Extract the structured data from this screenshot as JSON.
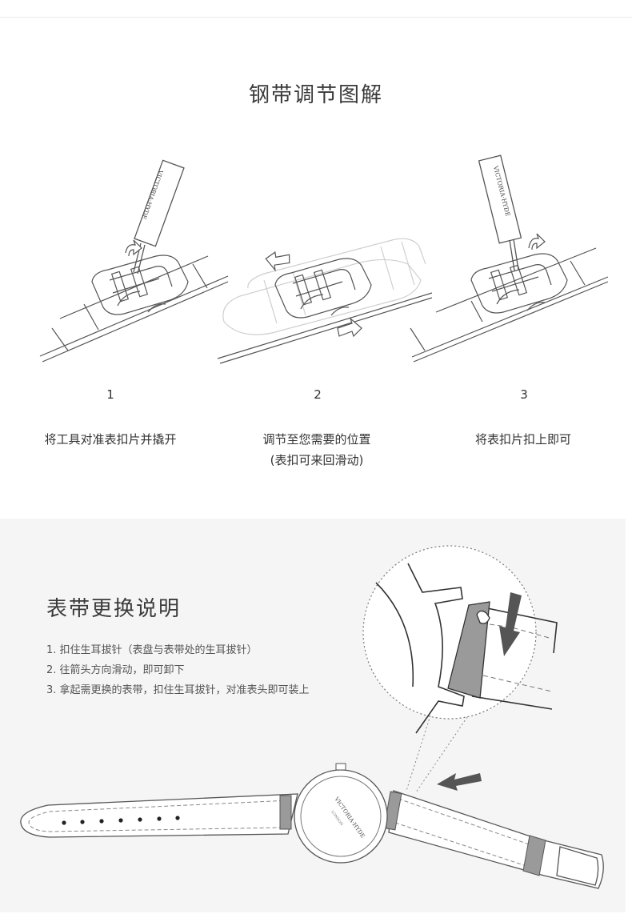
{
  "section1": {
    "title": "钢带调节图解",
    "steps": [
      {
        "num": "1",
        "text_line1": "将工具对准表扣片并撬开",
        "text_line2": ""
      },
      {
        "num": "2",
        "text_line1": "调节至您需要的位置",
        "text_line2": "(表扣可来回滑动)"
      },
      {
        "num": "3",
        "text_line1": "将表扣片扣上即可",
        "text_line2": ""
      }
    ],
    "tool_brand": "VICTORIA·HYDE"
  },
  "section2": {
    "title": "表带更换说明",
    "instructions": [
      "1. 扣住生耳拔针（表盘与表带处的生耳拔针）",
      "2. 往箭头方向滑动，即可卸下",
      "3. 拿起需更换的表带，扣住生耳拔针，对准表头即可装上"
    ],
    "watch_brand": "VICTORIA·HYDE",
    "watch_city": "LONDON"
  },
  "colors": {
    "panel_bg": "#f5f5f5",
    "line_art": "#555555",
    "lug_gray": "#9a9a9a",
    "arrow_dark": "#666666"
  }
}
